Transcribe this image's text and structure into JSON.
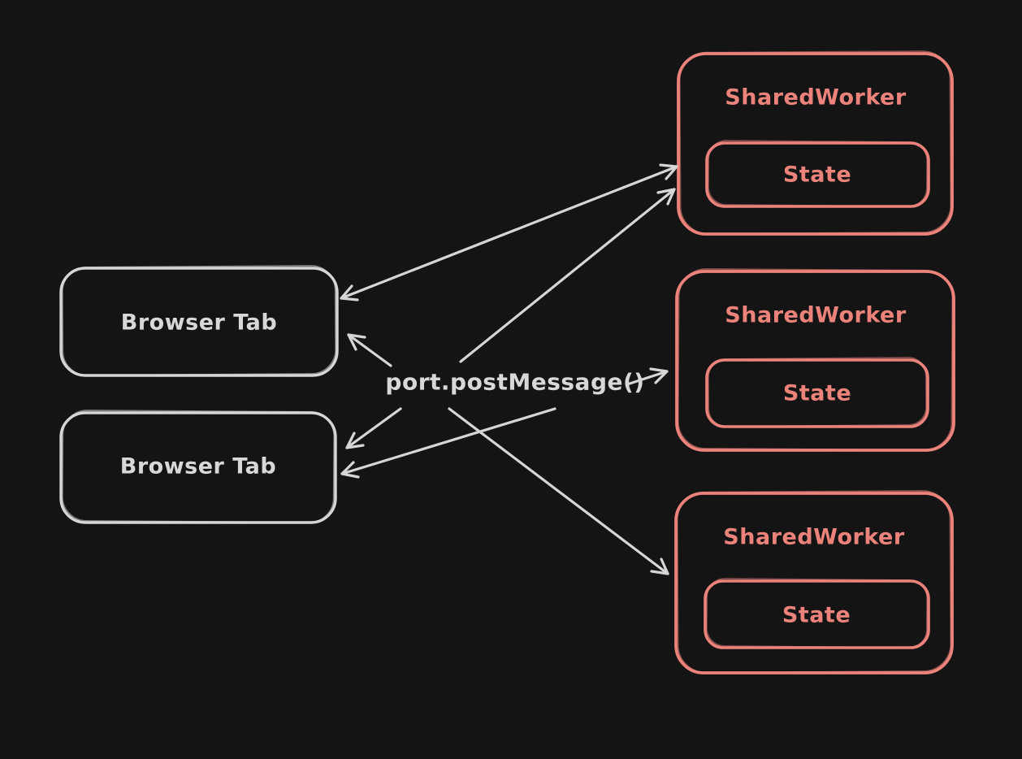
{
  "diagram": {
    "background": "#141414",
    "stroke_light": "#d6d6d6",
    "stroke_accent": "#ec837b",
    "center_label": "port.postMessage()",
    "browser_tabs": [
      {
        "label": "Browser Tab"
      },
      {
        "label": "Browser Tab"
      }
    ],
    "shared_workers": [
      {
        "label": "SharedWorker",
        "state_label": "State"
      },
      {
        "label": "SharedWorker",
        "state_label": "State"
      },
      {
        "label": "SharedWorker",
        "state_label": "State"
      }
    ],
    "connections": [
      {
        "from": "browser-tab-1",
        "to": "shared-worker-1",
        "bidirectional": true
      },
      {
        "from": "port.postMessage()",
        "to": "shared-worker-1",
        "bidirectional": false
      },
      {
        "from": "port.postMessage()",
        "to": "shared-worker-2",
        "bidirectional": false
      },
      {
        "from": "port.postMessage()",
        "to": "shared-worker-3",
        "bidirectional": false
      },
      {
        "from": "port.postMessage()",
        "to": "browser-tab-1",
        "bidirectional": false
      },
      {
        "from": "port.postMessage()",
        "to": "browser-tab-2",
        "bidirectional": false
      },
      {
        "from": "port.postMessage()",
        "to": "browser-tab-2",
        "bidirectional": false
      }
    ]
  }
}
